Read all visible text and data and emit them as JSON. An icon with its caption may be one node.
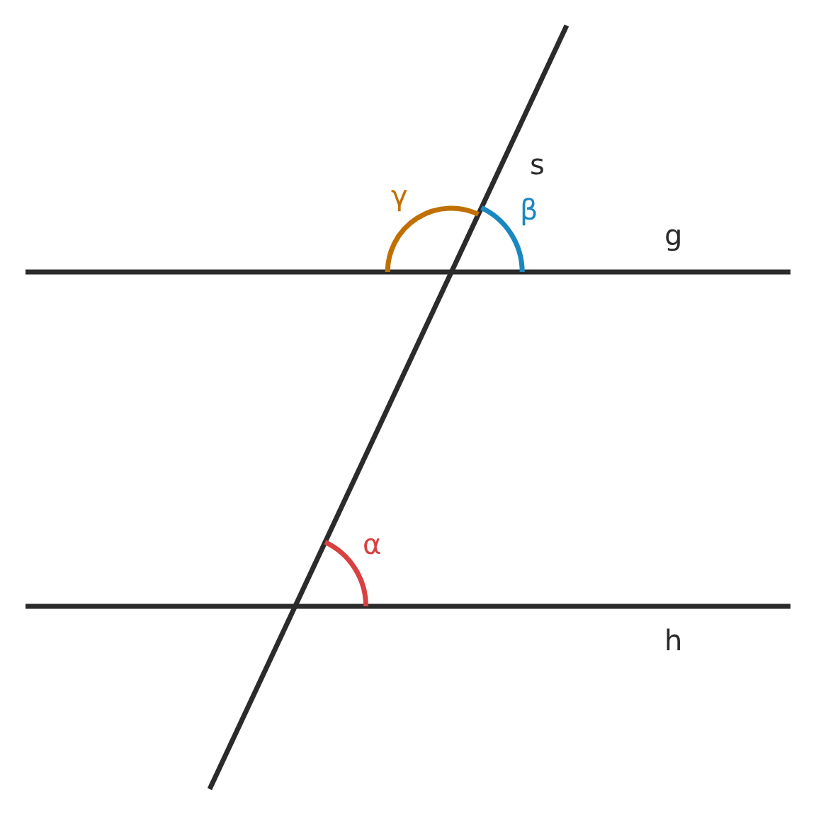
{
  "diagram": {
    "labels": [
      "s",
      "γ",
      "β",
      "g",
      "α",
      "h"
    ]
  }
}
